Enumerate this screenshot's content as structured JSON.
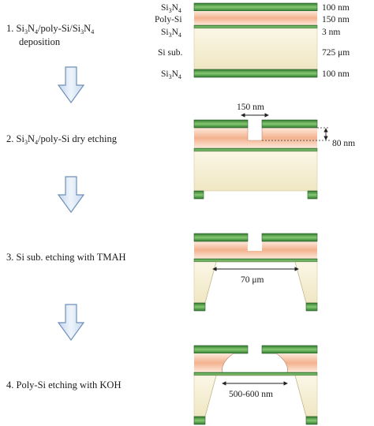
{
  "steps": [
    {
      "label": "1. Si3N4/poly-Si/Si3N4",
      "label2": "deposition"
    },
    {
      "label": "2. Si3N4/poly-Si dry etching"
    },
    {
      "label": "3. Si sub. etching with TMAH"
    },
    {
      "label": "4. Poly-Si etching with KOH"
    }
  ],
  "layers": [
    {
      "name": "Si3N4",
      "thickness": "100 nm"
    },
    {
      "name": "Poly-Si",
      "thickness": "150 nm"
    },
    {
      "name": "Si3N4",
      "thickness": "3 nm"
    },
    {
      "name": "Si sub.",
      "thickness": "725 μm"
    },
    {
      "name": "Si3N4",
      "thickness": "100 nm"
    }
  ],
  "annotations": {
    "slot_width": "150 nm",
    "etch_depth": "80 nm",
    "window_width": "70 μm",
    "gap_width": "500-600 nm"
  },
  "colors": {
    "nitride": "#3e8a3a",
    "nitride_light": "#7cc06c",
    "poly_core": "#f4b999",
    "poly_edge": "#fbe3d2",
    "substrate": "#f6f0d8",
    "arrow_fill": "#d2e0f0",
    "arrow_stroke": "#6f8fb8"
  }
}
